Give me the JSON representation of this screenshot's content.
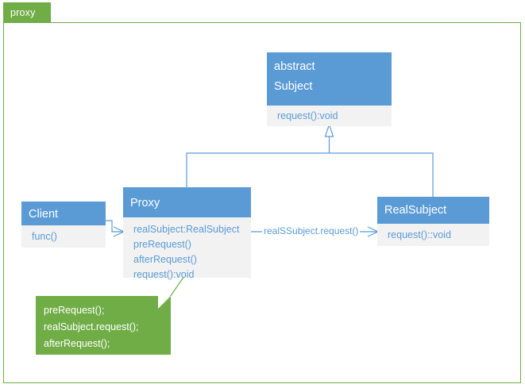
{
  "tab": {
    "label": "proxy"
  },
  "diagram": {
    "title": "proxy",
    "accent_blue": "#5B9BD5",
    "accent_green": "#70AD47",
    "body_gray": "#F2F2F2",
    "classes": [
      {
        "name": "subject",
        "stereotype": "abstract",
        "title": "Subject",
        "members": [
          "request():void"
        ]
      },
      {
        "name": "proxy",
        "title": "Proxy",
        "members": [
          "realSubject:RealSubject",
          "preRequest()",
          "afterRequest()",
          "request():void"
        ]
      },
      {
        "name": "realsubject",
        "title": "RealSubject",
        "members": [
          "request()::void"
        ]
      },
      {
        "name": "client",
        "title": "Client",
        "members": [
          "func()"
        ]
      }
    ],
    "note": {
      "lines": [
        "preRequest();",
        "realSubject.request();",
        "afterRequest();"
      ]
    },
    "connectors": [
      {
        "name": "proxy-to-realsubject",
        "label": "realSSubject.request()"
      }
    ]
  }
}
